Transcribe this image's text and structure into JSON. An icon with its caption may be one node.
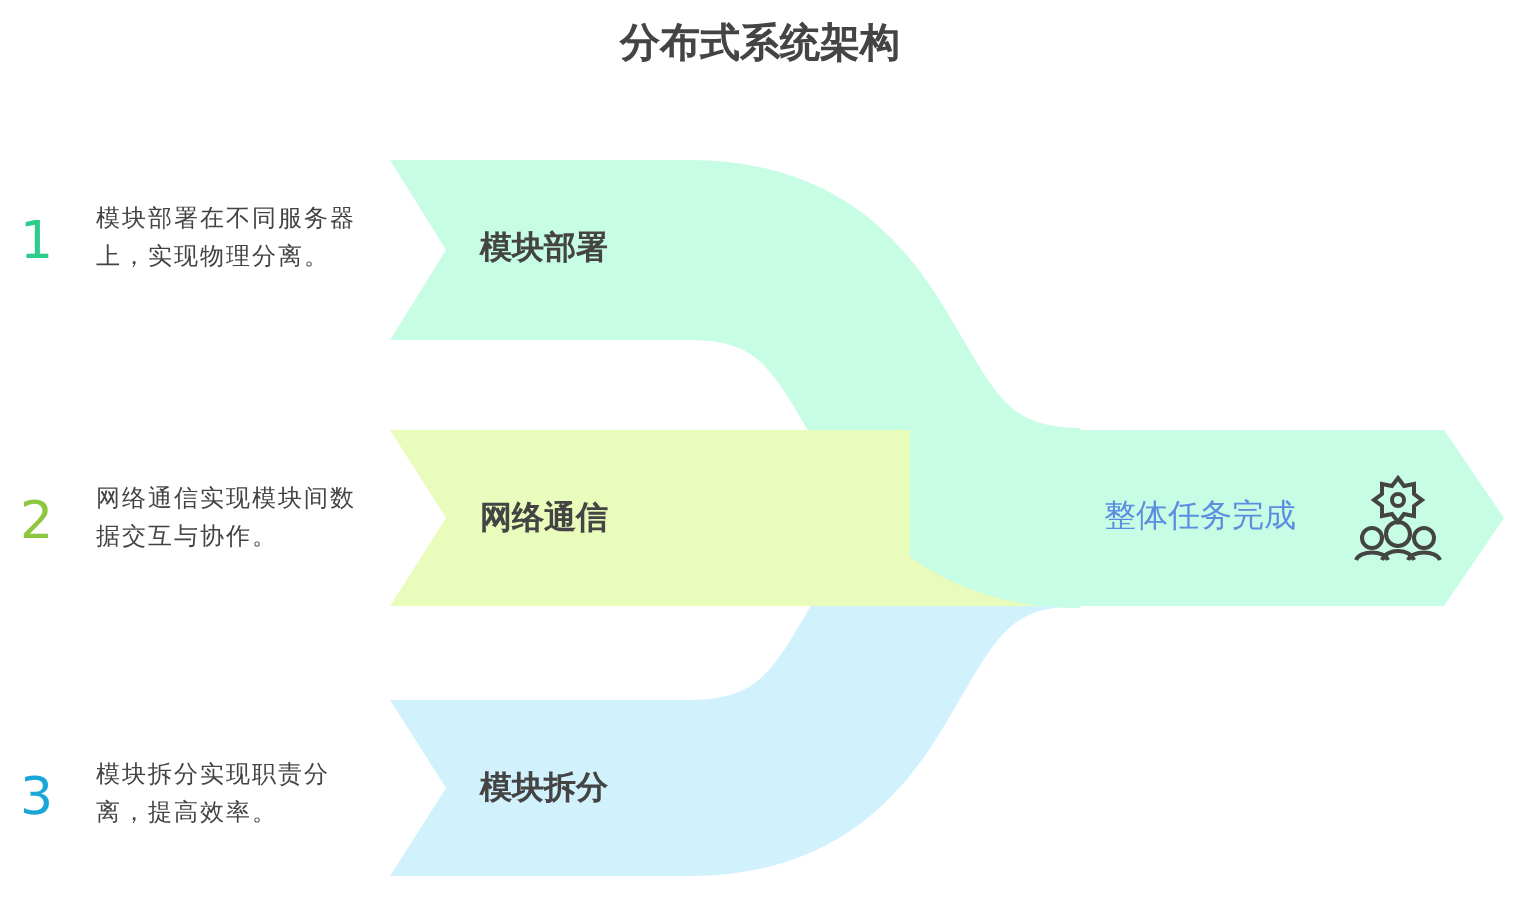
{
  "diagram": {
    "title": "分布式系统架构",
    "nodes": [
      {
        "text": [
          "模块部署"
        ],
        "beside": [
          "1",
          "模块部署在不同服务器上，实现物理分离。"
        ]
      },
      {
        "text": [
          "网络通信"
        ],
        "beside": [
          "2",
          "网络通信实现模块间数据交互与协作。"
        ]
      },
      {
        "text": [
          "模块拆分"
        ],
        "beside": [
          "3",
          "模块拆分实现职责分离，提高效率。"
        ]
      },
      {
        "text": [
          "整体任务完成"
        ]
      }
    ],
    "edges": [
      {
        "from": 2,
        "to": 3,
        "arrow": "none"
      },
      {
        "from": 1,
        "to": 3,
        "arrow": "none"
      },
      {
        "from": 0,
        "to": 3,
        "arrow": "none"
      }
    ]
  }
}
